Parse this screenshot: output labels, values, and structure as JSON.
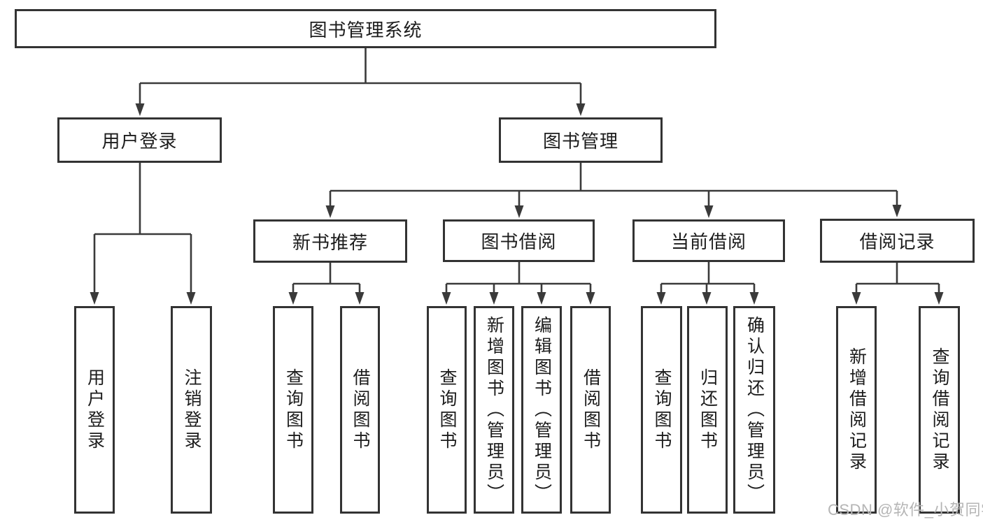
{
  "tree": {
    "root": {
      "label": "图书管理系统"
    },
    "branches": [
      {
        "label": "用户登录",
        "children": [
          {
            "label": "用户登录"
          },
          {
            "label": "注销登录"
          }
        ]
      },
      {
        "label": "图书管理",
        "children": [
          {
            "label": "新书推荐",
            "children": [
              {
                "label": "查询图书"
              },
              {
                "label": "借阅图书"
              }
            ]
          },
          {
            "label": "图书借阅",
            "children": [
              {
                "label": "查询图书"
              },
              {
                "label": "新增图书（管理员）"
              },
              {
                "label": "编辑图书（管理员）"
              },
              {
                "label": "借阅图书"
              }
            ]
          },
          {
            "label": "当前借阅",
            "children": [
              {
                "label": "查询图书"
              },
              {
                "label": "归还图书"
              },
              {
                "label": "确认归还（管理员）"
              }
            ]
          },
          {
            "label": "借阅记录",
            "children": [
              {
                "label": "新增借阅记录"
              },
              {
                "label": "查询借阅记录"
              }
            ]
          }
        ]
      }
    ]
  },
  "watermark": "CSDN @软件_小贺同学",
  "colors": {
    "line": "#3a3a3a",
    "border": "#333333",
    "text": "#1c1c1c",
    "watermark": "#b5b5b5",
    "background": "#ffffff"
  }
}
